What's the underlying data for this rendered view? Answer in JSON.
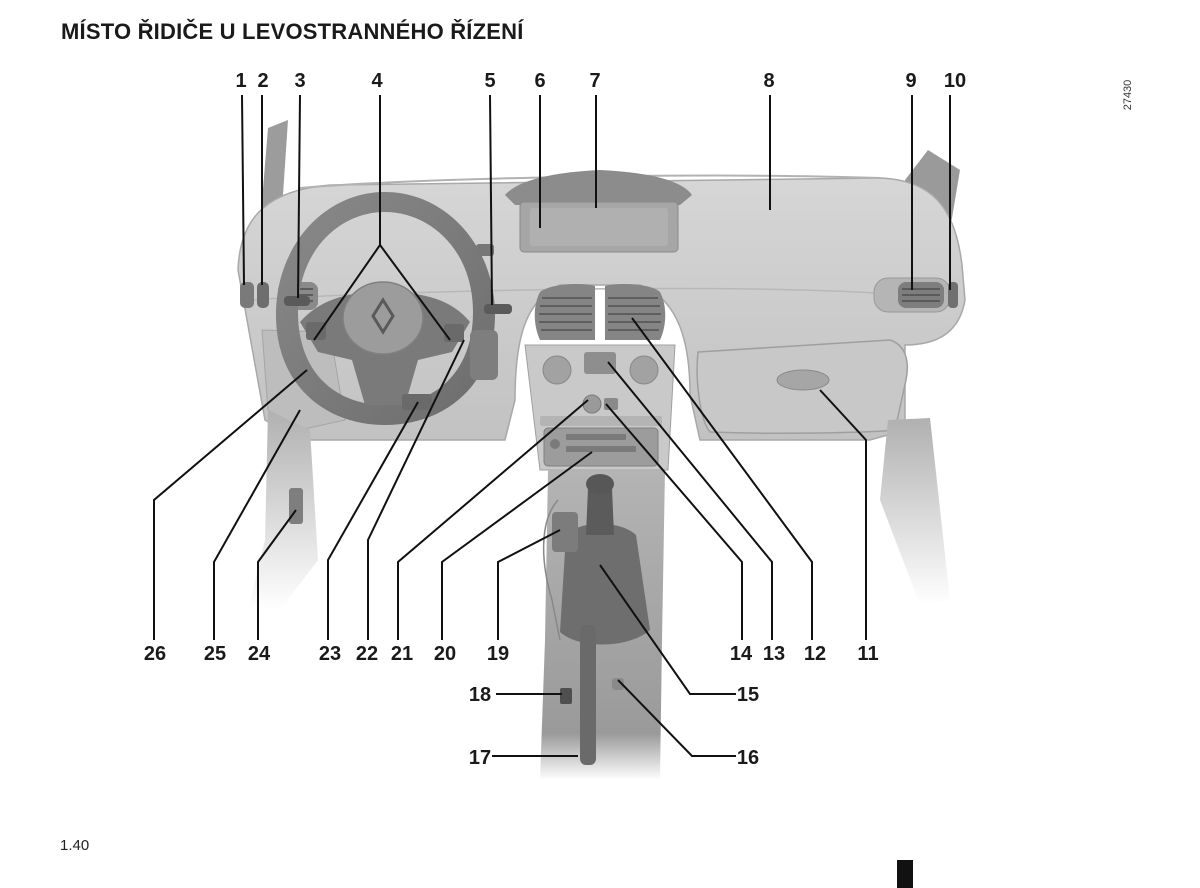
{
  "page": {
    "title": "MÍSTO ŘIDIČE U LEVOSTRANNÉHO ŘÍZENÍ",
    "figure_code": "27430",
    "page_number": "1.40"
  },
  "figure": {
    "callouts": [
      "1",
      "2",
      "3",
      "4",
      "5",
      "6",
      "7",
      "8",
      "9",
      "10",
      "11",
      "12",
      "13",
      "14",
      "15",
      "16",
      "17",
      "18",
      "19",
      "20",
      "21",
      "22",
      "23",
      "24",
      "25",
      "26"
    ]
  }
}
